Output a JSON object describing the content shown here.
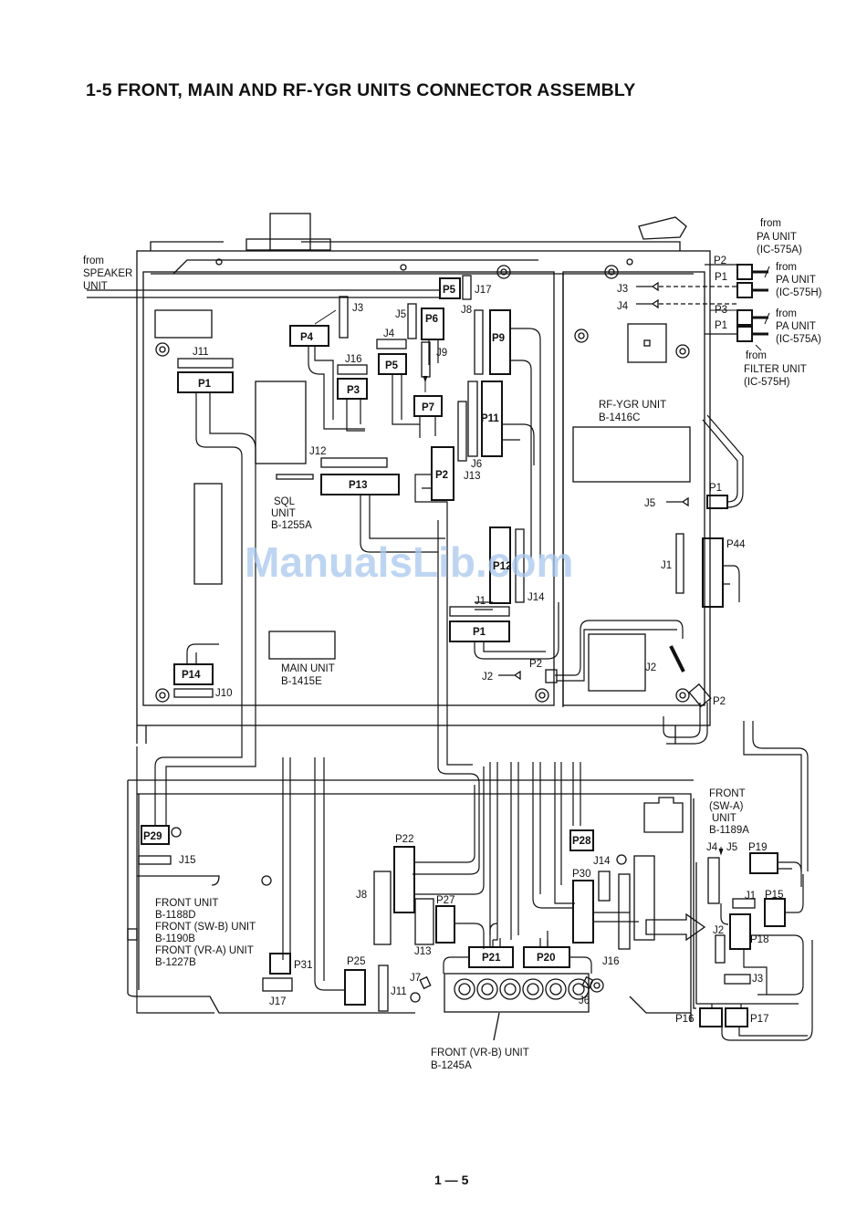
{
  "title": "1-5 FRONT, MAIN AND RF-YGR UNITS CONNECTOR ASSEMBLY",
  "page_number": "1 — 5",
  "watermark": "ManualsLib.com",
  "labels": {
    "from_speaker_1": "from",
    "from_speaker_2": "SPEAKER",
    "from_speaker_3": "UNIT",
    "pa_a_1": "from",
    "pa_a_2": "PA UNIT",
    "pa_a_3": "(IC-575A)",
    "pa_h_1": "from",
    "pa_h_2": "PA UNIT",
    "pa_h_3": "(IC-575H)",
    "pa_a2_1": "from",
    "pa_a2_2": "PA UNIT",
    "pa_a2_3": "(IC-575A)",
    "filter_1": "from",
    "filter_2": "FILTER UNIT",
    "filter_3": "(IC-575H)",
    "rf_unit_1": "RF-YGR UNIT",
    "rf_unit_2": "B-1416C",
    "sql_1": "SQL",
    "sql_2": "UNIT",
    "sql_3": "B-1255A",
    "main_1": "MAIN UNIT",
    "main_2": "B-1415E",
    "front_1": "FRONT UNIT",
    "front_2": "B-1188D",
    "front_3": "FRONT (SW-B) UNIT",
    "front_4": "B-1190B",
    "front_5": "FRONT (VR-A) UNIT",
    "front_6": "B-1227B",
    "swa_1": "FRONT",
    "swa_2": "(SW-A)",
    "swa_3": "UNIT",
    "swa_4": "B-1189A",
    "vrb_1": "FRONT (VR-B) UNIT",
    "vrb_2": "B-1245A"
  },
  "connectors": {
    "p5a": "P5",
    "j17a": "J17",
    "j3a": "J3",
    "j5a": "J5",
    "p6": "P6",
    "j8a": "J8",
    "p4": "P4",
    "j4a": "J4",
    "j9": "J9",
    "p9": "P9",
    "j11a": "J11",
    "p1a": "P1",
    "j16a": "J16",
    "p5b": "P5",
    "p3": "P3",
    "p7": "P7",
    "p11": "P11",
    "j12": "J12",
    "j6a": "J6",
    "p2a": "P2",
    "j13a": "J13",
    "p13": "P13",
    "p12": "P12",
    "j14a": "J14",
    "j1a": "J1",
    "p1b": "P1",
    "p2b": "P2",
    "j2a": "J2",
    "p14": "P14",
    "j10": "J10",
    "rf_p2": "P2",
    "rf_p1": "P1",
    "rf_j3": "J3",
    "rf_j4": "J4",
    "rf_p3": "P3",
    "rf_p1b": "P1",
    "rf_p1c": "P1",
    "rf_j5": "J5",
    "rf_j1": "J1",
    "rf_p44": "P44",
    "rf_j2": "J2",
    "rf_p2b": "P2",
    "p29": "P29",
    "j15": "J15",
    "p22": "P22",
    "j8b": "J8",
    "p27": "P27",
    "j13b": "J13",
    "p28": "P28",
    "j14b": "J14",
    "p30": "P30",
    "j16b": "J16",
    "p31": "P31",
    "p25": "P25",
    "p21": "P21",
    "p20": "P20",
    "j17b": "J17",
    "j11b": "J11",
    "j7": "J7",
    "j6b": "J6",
    "sw_j4": "J4",
    "sw_j5": "J5",
    "p19": "P19",
    "sw_j1": "J1",
    "p15": "P15",
    "sw_j2": "J2",
    "p18": "P18",
    "sw_j3": "J3",
    "p16": "P16",
    "p17": "P17"
  }
}
